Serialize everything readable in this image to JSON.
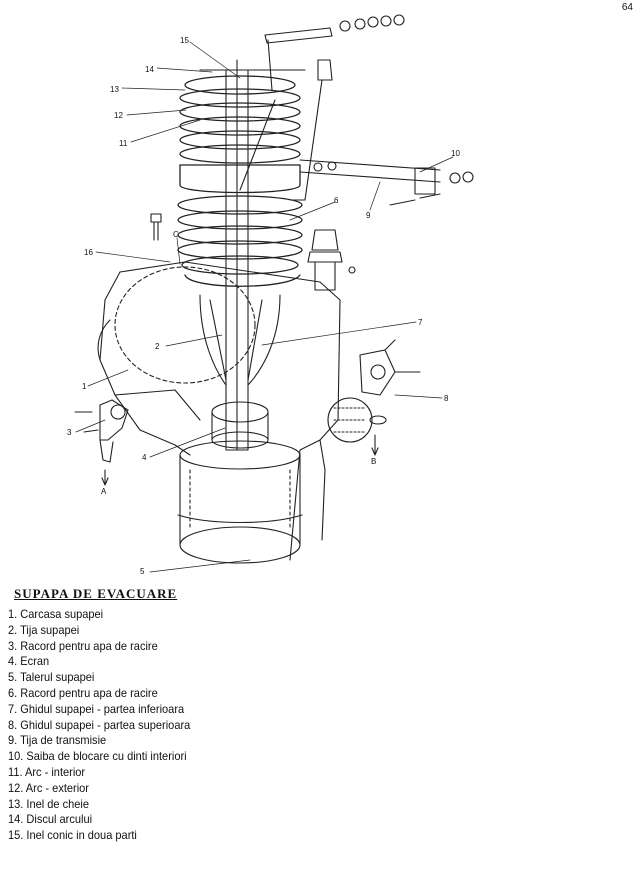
{
  "page_number": "64",
  "diagram": {
    "callouts": [
      {
        "id": "15",
        "label": "15"
      },
      {
        "id": "14",
        "label": "14"
      },
      {
        "id": "13",
        "label": "13"
      },
      {
        "id": "12",
        "label": "12"
      },
      {
        "id": "11",
        "label": "11"
      },
      {
        "id": "10",
        "label": "10"
      },
      {
        "id": "9",
        "label": "9"
      },
      {
        "id": "8",
        "label": "8"
      },
      {
        "id": "7",
        "label": "7"
      },
      {
        "id": "6",
        "label": "6"
      },
      {
        "id": "5",
        "label": "5"
      },
      {
        "id": "4",
        "label": "4"
      },
      {
        "id": "3",
        "label": "3"
      },
      {
        "id": "2",
        "label": "2"
      },
      {
        "id": "1",
        "label": "1"
      },
      {
        "id": "16",
        "label": "16"
      },
      {
        "id": "C",
        "label": "C"
      },
      {
        "id": "A",
        "label": "A"
      },
      {
        "id": "B",
        "label": "B"
      }
    ]
  },
  "legend": {
    "title": "SUPAPA  DE  EVACUARE",
    "items": [
      "1. Carcasa supapei",
      "2. Tija supapei",
      "3. Racord pentru apa de racire",
      "4. Ecran",
      "5. Talerul supapei",
      "6. Racord pentru apa de racire",
      "7. Ghidul supapei - partea inferioara",
      "8. Ghidul supapei - partea superioara",
      "9. Tija de transmisie",
      "10. Saiba de blocare cu dinti interiori",
      "11. Arc - interior",
      "12. Arc - exterior",
      "13. Inel de cheie",
      "14. Discul arcului",
      "15. Inel conic in doua parti"
    ]
  }
}
